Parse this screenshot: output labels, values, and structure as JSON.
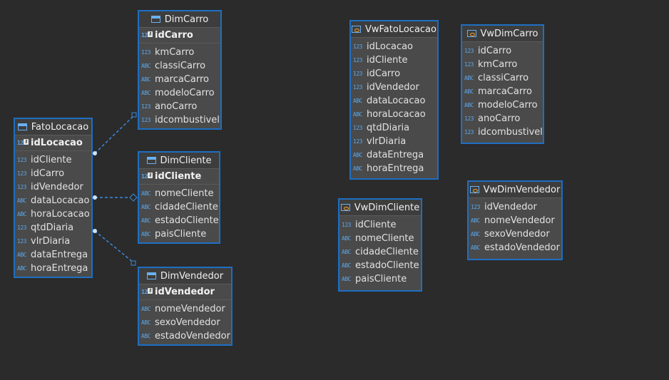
{
  "entities": {
    "DimCarro": {
      "title": "DimCarro",
      "pk": {
        "type": "123",
        "name": "idCarro"
      },
      "rows": [
        {
          "type": "123",
          "name": "kmCarro"
        },
        {
          "type": "ABC",
          "name": "classiCarro"
        },
        {
          "type": "ABC",
          "name": "marcaCarro"
        },
        {
          "type": "ABC",
          "name": "modeloCarro"
        },
        {
          "type": "123",
          "name": "anoCarro"
        },
        {
          "type": "123",
          "name": "idcombustivel"
        }
      ]
    },
    "FatoLocacao": {
      "title": "FatoLocacao",
      "pk": {
        "type": "123",
        "name": "idLocacao"
      },
      "rows": [
        {
          "type": "123",
          "name": "idCliente"
        },
        {
          "type": "123",
          "name": "idCarro"
        },
        {
          "type": "123",
          "name": "idVendedor"
        },
        {
          "type": "ABC",
          "name": "dataLocacao"
        },
        {
          "type": "ABC",
          "name": "horaLocacao"
        },
        {
          "type": "123",
          "name": "qtdDiaria"
        },
        {
          "type": "123",
          "name": "vlrDiaria"
        },
        {
          "type": "ABC",
          "name": "dataEntrega"
        },
        {
          "type": "ABC",
          "name": "horaEntrega"
        }
      ]
    },
    "DimCliente": {
      "title": "DimCliente",
      "pk": {
        "type": "123",
        "name": "idCliente"
      },
      "rows": [
        {
          "type": "ABC",
          "name": "nomeCliente"
        },
        {
          "type": "ABC",
          "name": "cidadeCliente"
        },
        {
          "type": "ABC",
          "name": "estadoCliente"
        },
        {
          "type": "ABC",
          "name": "paisCliente"
        }
      ]
    },
    "DimVendedor": {
      "title": "DimVendedor",
      "pk": {
        "type": "123",
        "name": "idVendedor"
      },
      "rows": [
        {
          "type": "ABC",
          "name": "nomeVendedor"
        },
        {
          "type": "ABC",
          "name": "sexoVendedor"
        },
        {
          "type": "ABC",
          "name": "estadoVendedor"
        }
      ]
    },
    "VwFatoLocacao": {
      "title": "VwFatoLocacao",
      "rows": [
        {
          "type": "123",
          "name": "idLocacao"
        },
        {
          "type": "123",
          "name": "idCliente"
        },
        {
          "type": "123",
          "name": "idCarro"
        },
        {
          "type": "123",
          "name": "idVendedor"
        },
        {
          "type": "ABC",
          "name": "dataLocacao"
        },
        {
          "type": "ABC",
          "name": "horaLocacao"
        },
        {
          "type": "123",
          "name": "qtdDiaria"
        },
        {
          "type": "123",
          "name": "vlrDiaria"
        },
        {
          "type": "ABC",
          "name": "dataEntrega"
        },
        {
          "type": "ABC",
          "name": "horaEntrega"
        }
      ]
    },
    "VwDimCarro": {
      "title": "VwDimCarro",
      "rows": [
        {
          "type": "123",
          "name": "idCarro"
        },
        {
          "type": "123",
          "name": "kmCarro"
        },
        {
          "type": "ABC",
          "name": "classiCarro"
        },
        {
          "type": "ABC",
          "name": "marcaCarro"
        },
        {
          "type": "ABC",
          "name": "modeloCarro"
        },
        {
          "type": "123",
          "name": "anoCarro"
        },
        {
          "type": "123",
          "name": "idcombustivel"
        }
      ]
    },
    "VwDimCliente": {
      "title": "VwDimCliente",
      "rows": [
        {
          "type": "123",
          "name": "idCliente"
        },
        {
          "type": "ABC",
          "name": "nomeCliente"
        },
        {
          "type": "ABC",
          "name": "cidadeCliente"
        },
        {
          "type": "ABC",
          "name": "estadoCliente"
        },
        {
          "type": "ABC",
          "name": "paisCliente"
        }
      ]
    },
    "VwDimVendedor": {
      "title": "VwDimVendedor",
      "rows": [
        {
          "type": "123",
          "name": "idVendedor"
        },
        {
          "type": "ABC",
          "name": "nomeVendedor"
        },
        {
          "type": "ABC",
          "name": "sexoVendedor"
        },
        {
          "type": "ABC",
          "name": "estadoVendedor"
        }
      ]
    }
  },
  "colors": {
    "background": "#2b2b2b",
    "border": "#1e6fc2",
    "link": "#3a8ae0"
  }
}
